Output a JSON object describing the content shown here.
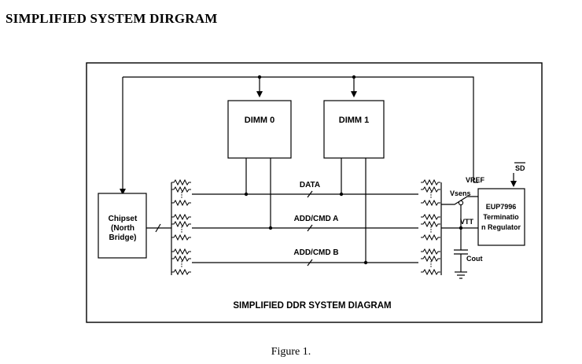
{
  "document": {
    "heading": "SIMPLIFIED SYSTEM DIRGRAM",
    "caption": "Figure 1."
  },
  "diagram": {
    "title": "SIMPLIFIED DDR SYSTEM DIAGRAM",
    "chipset": {
      "line1": "Chipset",
      "line2": "(North",
      "line3": "Bridge)"
    },
    "dimm0": "DIMM 0",
    "dimm1": "DIMM 1",
    "regulator": {
      "line1": "EUP7996",
      "line2": "Terminatio",
      "line3": "n Regulator"
    },
    "bus_labels": {
      "data": "DATA",
      "addcmd_a": "ADD/CMD A",
      "addcmd_b": "ADD/CMD B"
    },
    "signals": {
      "vref": "VREF",
      "vsens": "Vsens",
      "vtt": "VTT",
      "cout": "Cout",
      "sd": "SD"
    }
  }
}
